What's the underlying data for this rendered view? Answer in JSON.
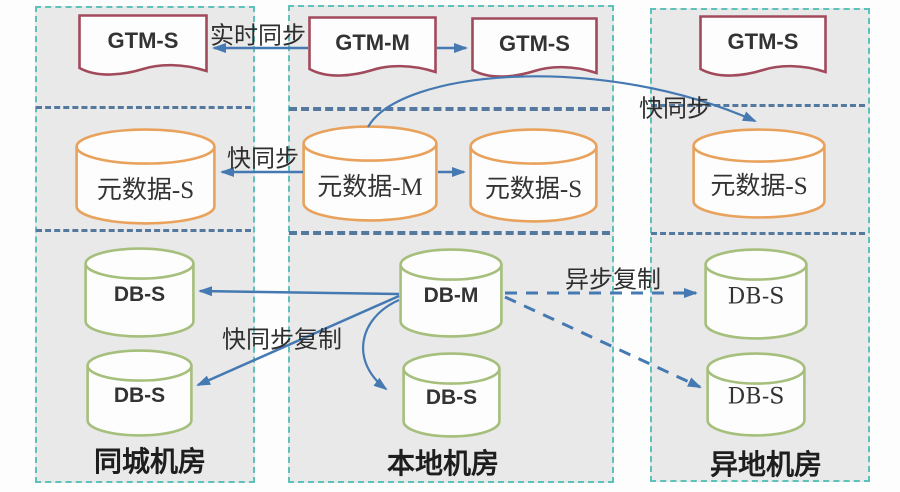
{
  "diagram": {
    "zones": [
      {
        "name": "same-city-datacenter",
        "label": "同城机房"
      },
      {
        "name": "local-datacenter",
        "label": "本地机房"
      },
      {
        "name": "remote-datacenter",
        "label": "异地机房"
      }
    ],
    "nodes": {
      "gtm_s_left": "GTM-S",
      "gtm_m": "GTM-M",
      "gtm_s_mid": "GTM-S",
      "gtm_s_right": "GTM-S",
      "meta_s_left": "元数据-S",
      "meta_m": "元数据-M",
      "meta_s_mid": "元数据-S",
      "meta_s_right": "元数据-S",
      "db_s_city_1": "DB-S",
      "db_s_city_2": "DB-S",
      "db_m": "DB-M",
      "db_s_local": "DB-S",
      "db_s_remote_1": "DB-S",
      "db_s_remote_2": "DB-S"
    },
    "edge_labels": {
      "realtime_sync": "实时同步",
      "fast_sync_meta_city": "快同步",
      "fast_sync_meta_remote": "快同步",
      "fast_sync_copy": "快同步复制",
      "async_copy": "异步复制"
    },
    "edges": [
      {
        "from": "gtm_m",
        "to": "gtm_s_left",
        "label": "实时同步",
        "style": "solid"
      },
      {
        "from": "gtm_m",
        "to": "gtm_s_mid",
        "label": "",
        "style": "solid"
      },
      {
        "from": "meta_m",
        "to": "meta_s_left",
        "label": "快同步",
        "style": "solid"
      },
      {
        "from": "meta_m",
        "to": "meta_s_mid",
        "label": "",
        "style": "solid"
      },
      {
        "from": "meta_m",
        "to": "meta_s_right",
        "label": "快同步",
        "style": "solid-curved"
      },
      {
        "from": "db_m",
        "to": "db_s_city_1",
        "label": "快同步复制",
        "style": "solid"
      },
      {
        "from": "db_m",
        "to": "db_s_city_2",
        "label": "快同步复制",
        "style": "solid"
      },
      {
        "from": "db_m",
        "to": "db_s_local",
        "label": "",
        "style": "solid-curved"
      },
      {
        "from": "db_m",
        "to": "db_s_remote_1",
        "label": "异步复制",
        "style": "dashed"
      },
      {
        "from": "db_m",
        "to": "db_s_remote_2",
        "label": "异步复制",
        "style": "dashed"
      }
    ]
  },
  "colors": {
    "arrow": "#4579b2",
    "zone_border": "#5ec1ba",
    "row_divider": "#54789e",
    "gtm_border": "#a14a5c",
    "meta_border": "#e9a25c",
    "db_border": "#a6bf7c",
    "zone_bg": "#e9e9e9",
    "node_fill": "#fdfdfd",
    "text": "#333333"
  }
}
